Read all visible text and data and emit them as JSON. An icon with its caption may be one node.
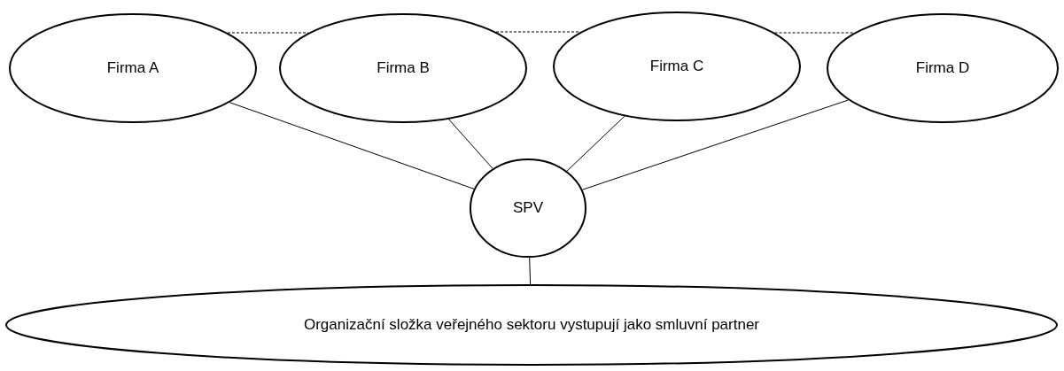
{
  "diagram": {
    "nodes": [
      {
        "text": [
          "Firma A"
        ]
      },
      {
        "text": [
          "Firma B"
        ]
      },
      {
        "text": [
          "Firma C"
        ]
      },
      {
        "text": [
          "Firma D"
        ]
      },
      {
        "text": [
          "SPV"
        ]
      },
      {
        "text": [
          "Organizační složka veřejného sektoru vystupují jako smluvní partner"
        ]
      }
    ],
    "edges": [
      {
        "from": 0,
        "to": 1,
        "arrow": "none",
        "style": "dashed"
      },
      {
        "from": 1,
        "to": 2,
        "arrow": "none",
        "style": "dashed"
      },
      {
        "from": 2,
        "to": 3,
        "arrow": "none",
        "style": "dashed"
      },
      {
        "from": 0,
        "to": 4,
        "arrow": "none"
      },
      {
        "from": 1,
        "to": 4,
        "arrow": "none"
      },
      {
        "from": 2,
        "to": 4,
        "arrow": "none"
      },
      {
        "from": 3,
        "to": 4,
        "arrow": "none"
      },
      {
        "from": 4,
        "to": 5,
        "arrow": "none"
      }
    ]
  }
}
